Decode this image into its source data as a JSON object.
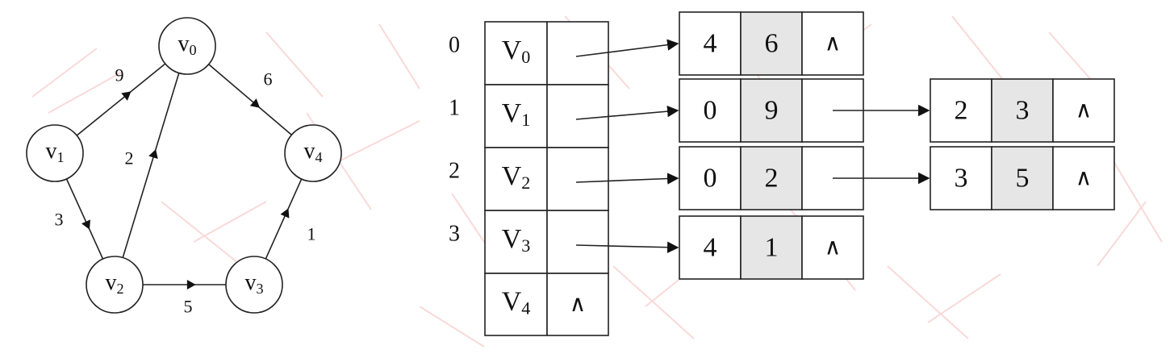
{
  "graph": {
    "nodes": [
      {
        "id": "v0",
        "name": "v",
        "sub": "0"
      },
      {
        "id": "v1",
        "name": "v",
        "sub": "1"
      },
      {
        "id": "v2",
        "name": "v",
        "sub": "2"
      },
      {
        "id": "v3",
        "name": "v",
        "sub": "3"
      },
      {
        "id": "v4",
        "name": "v",
        "sub": "4"
      }
    ],
    "edges": [
      {
        "from": "v1",
        "to": "v0",
        "weight": "9"
      },
      {
        "from": "v0",
        "to": "v4",
        "weight": "6"
      },
      {
        "from": "v1",
        "to": "v2",
        "weight": "3"
      },
      {
        "from": "v2",
        "to": "v0",
        "weight": "2"
      },
      {
        "from": "v2",
        "to": "v3",
        "weight": "5"
      },
      {
        "from": "v3",
        "to": "v4",
        "weight": "1"
      }
    ]
  },
  "adjacency": {
    "rows": [
      {
        "index": "0",
        "name": "V",
        "sub": "0",
        "null_label": ""
      },
      {
        "index": "1",
        "name": "V",
        "sub": "1",
        "null_label": ""
      },
      {
        "index": "2",
        "name": "V",
        "sub": "2",
        "null_label": ""
      },
      {
        "index": "3",
        "name": "V",
        "sub": "3",
        "null_label": ""
      },
      {
        "index": "",
        "name": "V",
        "sub": "4",
        "null_label": "∧"
      }
    ],
    "lists": [
      [
        {
          "adj": "4",
          "weight": "6",
          "next": "∧"
        }
      ],
      [
        {
          "adj": "0",
          "weight": "9",
          "next": ""
        },
        {
          "adj": "2",
          "weight": "3",
          "next": "∧"
        }
      ],
      [
        {
          "adj": "0",
          "weight": "2",
          "next": ""
        },
        {
          "adj": "3",
          "weight": "5",
          "next": "∧"
        }
      ],
      [
        {
          "adj": "4",
          "weight": "1",
          "next": "∧"
        }
      ]
    ]
  },
  "colors": {
    "line": "#222222",
    "shade": "#e6e6e6",
    "watermark": "#f4b9b9"
  }
}
